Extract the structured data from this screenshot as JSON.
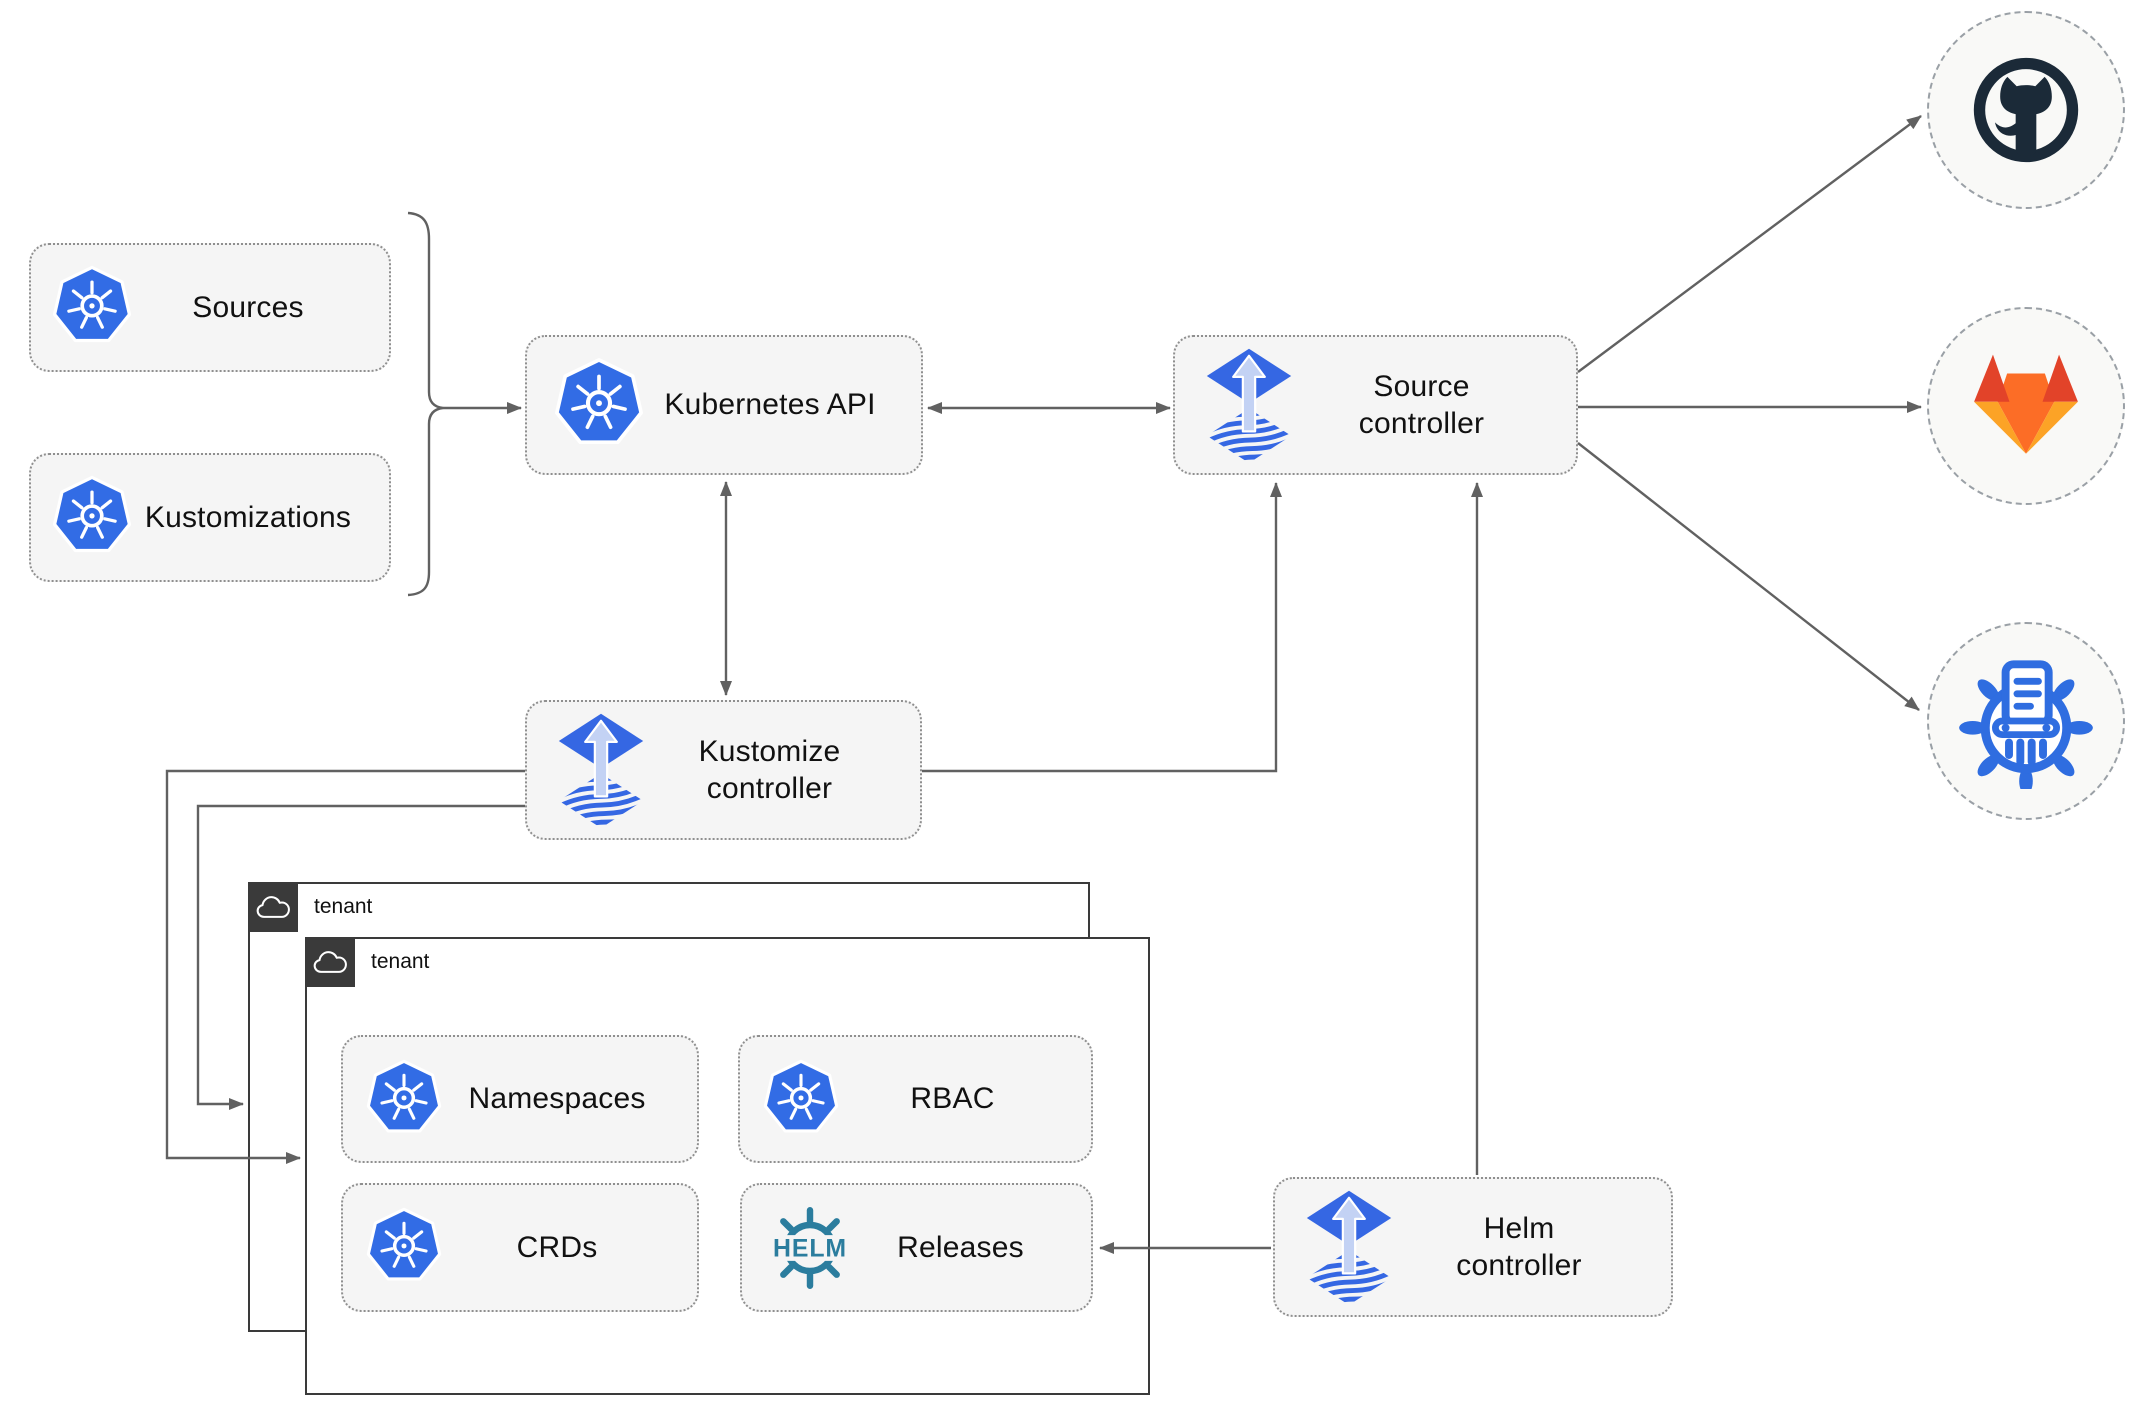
{
  "nodes": {
    "sources": {
      "label": "Sources"
    },
    "kustomizations": {
      "label": "Kustomizations"
    },
    "kubernetes_api": {
      "label": "Kubernetes API"
    },
    "source_controller": {
      "label": "Source\ncontroller"
    },
    "kustomize_controller": {
      "label": "Kustomize\ncontroller"
    },
    "helm_controller": {
      "label": "Helm\ncontroller"
    },
    "namespaces": {
      "label": "Namespaces"
    },
    "rbac": {
      "label": "RBAC"
    },
    "crds": {
      "label": "CRDs"
    },
    "releases": {
      "label": "Releases"
    }
  },
  "tenants": {
    "outer": {
      "label": "tenant"
    },
    "inner": {
      "label": "tenant"
    }
  },
  "icons": {
    "kubernetes": "kubernetes-wheel",
    "flux": "flux-diamond-arrow",
    "helm_wordmark": "HELM",
    "github": "github-octocat",
    "gitlab": "gitlab-tanuki",
    "chart_repository": "chartmuseum-wheel",
    "cloud": "cloud"
  },
  "colors": {
    "kubernetes_blue": "#326ce5",
    "flux_blue": "#3567e3",
    "flux_arrow_light": "#c3d2f4",
    "helm_teal": "#2b7d9e",
    "github_dark": "#1b2a38",
    "gitlab_red": "#e24329",
    "gitlab_orange": "#fc6d26",
    "gitlab_yellow": "#fca326",
    "chartmuseum_blue": "#2f6de0",
    "connector_gray": "#616161",
    "node_fill": "#f5f5f5",
    "tenant_border": "#3a3a3a"
  },
  "connections": [
    {
      "from": "sources_and_kustomizations",
      "to": "kubernetes_api",
      "type": "arrow"
    },
    {
      "from": "kubernetes_api",
      "to": "source_controller",
      "type": "double-arrow"
    },
    {
      "from": "kubernetes_api",
      "to": "kustomize_controller",
      "type": "double-arrow"
    },
    {
      "from": "kustomize_controller",
      "to": "source_controller",
      "type": "arrow"
    },
    {
      "from": "kustomize_controller",
      "to": "tenant_outer",
      "type": "arrow"
    },
    {
      "from": "kustomize_controller",
      "to": "tenant_inner",
      "type": "arrow"
    },
    {
      "from": "helm_controller",
      "to": "source_controller",
      "type": "arrow"
    },
    {
      "from": "helm_controller",
      "to": "releases",
      "type": "arrow"
    },
    {
      "from": "source_controller",
      "to": "github",
      "type": "arrow"
    },
    {
      "from": "source_controller",
      "to": "gitlab",
      "type": "arrow"
    },
    {
      "from": "source_controller",
      "to": "chart_repository",
      "type": "arrow"
    }
  ]
}
